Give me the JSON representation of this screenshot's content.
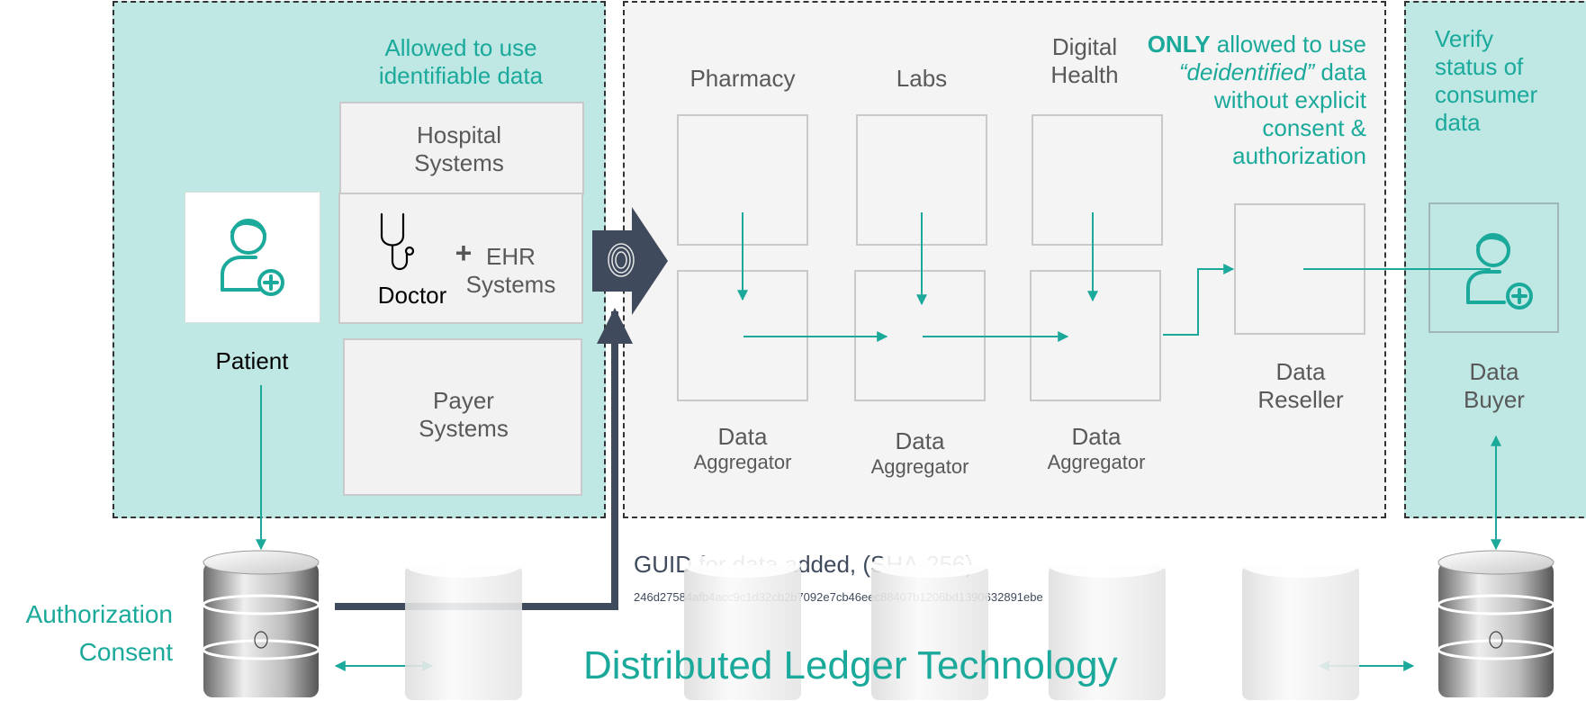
{
  "zones": {
    "left_note": "Allowed to use identifiable data",
    "middle_note": {
      "bold": "ONLY",
      "rest1": " allowed to use",
      "italic": "“deidentified”",
      "rest2": " data",
      "line3": "without explicit",
      "line4": "consent &",
      "line5": "authorization"
    },
    "right_note": "Verify status of consumer data"
  },
  "entities": {
    "hospital": "Hospital Systems",
    "doctor": "Doctor",
    "plus": "+",
    "ehr": "EHR Systems",
    "payer": "Payer Systems",
    "patient": "Patient",
    "pharmacy": "Pharmacy",
    "labs": "Labs",
    "digital_health": "Digital Health",
    "aggregator_word1": "Data",
    "aggregator_word2": "Aggregator",
    "reseller": "Data Reseller",
    "buyer": "Data Buyer"
  },
  "ledger": {
    "guid_label": "GUID for data added, (SHA-256)",
    "hash": "246d27584afb4acc9c1d32cb2b7092e7cb46eec88407b1206bd1390632891ebe",
    "title": "Distributed Ledger Technology",
    "auth_line1": "Authorization",
    "auth_line2": "Consent"
  },
  "colors": {
    "teal": "#1aa99a",
    "teal_bg": "#bfe8e5",
    "grey_bg": "#f4f4f4",
    "navy": "#3f4b5c"
  },
  "icons": [
    "patient-icon",
    "stethoscope-icon",
    "fingerprint-icon",
    "database-icon",
    "buyer-icon"
  ]
}
